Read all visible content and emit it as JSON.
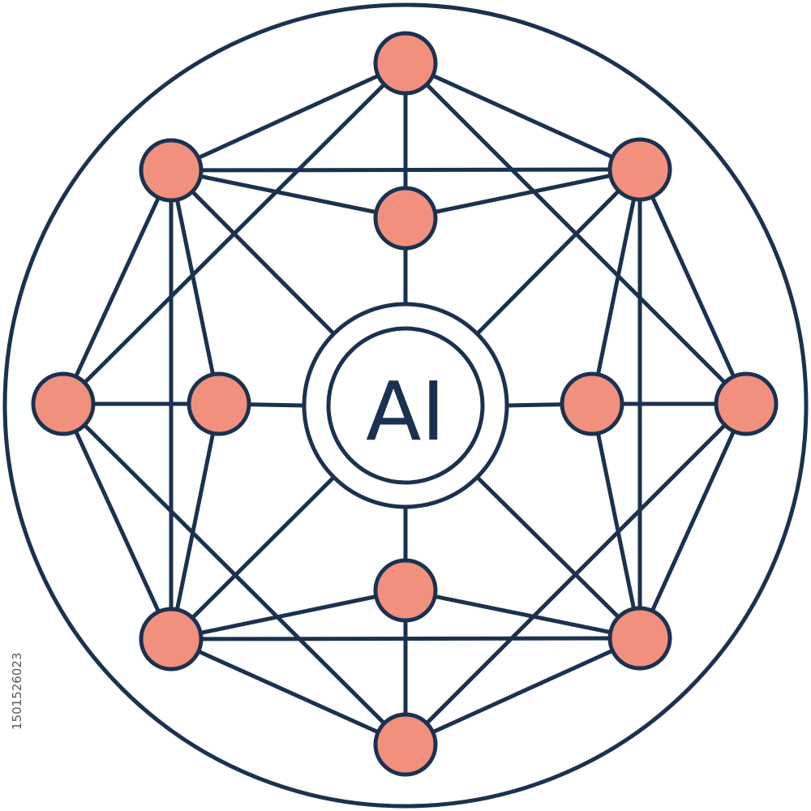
{
  "center_label": "AI",
  "stock_id": "1501526023",
  "colors": {
    "stroke": "#1b3150",
    "node_fill": "#f0907d",
    "background": "#ffffff"
  },
  "diagram": {
    "outer_ring": true,
    "hub_rings": 2,
    "outer_nodes": 8,
    "inner_nodes": 4
  }
}
